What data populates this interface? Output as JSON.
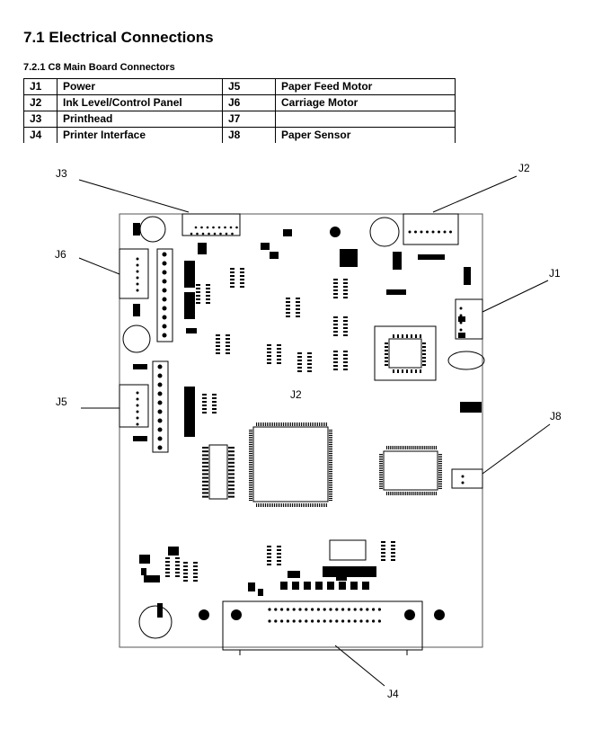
{
  "section_title": "7.1  Electrical Connections",
  "subsection_title": "7.2.1  C8 Main Board Connectors",
  "connectors_table": [
    {
      "id1": "J1",
      "name1": "Power",
      "id2": "J5",
      "name2": "Paper Feed Motor"
    },
    {
      "id1": "J2",
      "name1": "Ink Level/Control Panel",
      "id2": "J6",
      "name2": "Carriage Motor"
    },
    {
      "id1": "J3",
      "name1": "Printhead",
      "id2": "J7",
      "name2": ""
    },
    {
      "id1": "J4",
      "name1": "Printer Interface",
      "id2": "J8",
      "name2": "Paper Sensor"
    }
  ],
  "diagram": {
    "callouts": {
      "j1": "J1",
      "j2": "J2",
      "j3": "J3",
      "j4": "J4",
      "j5": "J5",
      "j6": "J6",
      "j8": "J8"
    },
    "board_label": "J2"
  }
}
